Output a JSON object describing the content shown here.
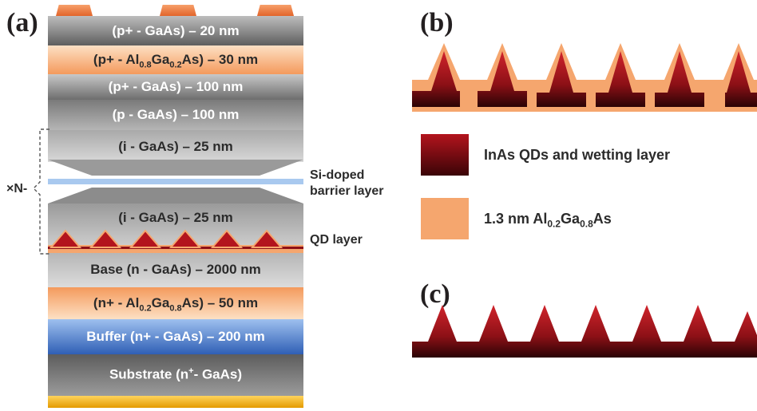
{
  "panels": {
    "a": "(a)",
    "b": "(b)",
    "c": "(c)"
  },
  "layers": [
    {
      "pre": "(p+ - GaAs) – 20 nm"
    },
    {
      "pre": "(p+ - Al",
      "sub1": "0.8",
      "mid": "Ga",
      "sub2": "0.2",
      "post": "As) – 30 nm"
    },
    {
      "pre": "(p+ - GaAs) – 100 nm"
    },
    {
      "pre": "(p - GaAs) – 100 nm"
    },
    {
      "pre": "(i - GaAs) – 25 nm"
    },
    {
      "pre": "(i - GaAs) – 25 nm"
    },
    {
      "pre": "Base (n - GaAs) – 2000 nm"
    },
    {
      "pre": "(n+ - Al",
      "sub1": "0.2",
      "mid": "Ga",
      "sub2": "0.8",
      "post": "As) – 50 nm"
    },
    {
      "pre": "Buffer (n+ - GaAs) – 200 nm"
    },
    {
      "pre": "Substrate (n",
      "sup": "+",
      "post": "- GaAs)"
    }
  ],
  "side_labels": {
    "barrier_line1": "Si-doped",
    "barrier_line2": "barrier layer",
    "repeat": "×N-",
    "qd_layer": "QD layer"
  },
  "legend": {
    "qd": "InAs QDs and wetting layer",
    "algaas_pre": "1.3 nm Al",
    "algaas_sub1": "0.2",
    "algaas_mid": "Ga",
    "algaas_sub2": "0.8",
    "algaas_post": "As"
  },
  "colors": {
    "gaas": "#8a8a8a",
    "algaas": "#f5a66e",
    "buffer": "#4a77c4",
    "qd": "#b3141d",
    "contact": "#e8783a",
    "gold": "#f5b21a"
  }
}
